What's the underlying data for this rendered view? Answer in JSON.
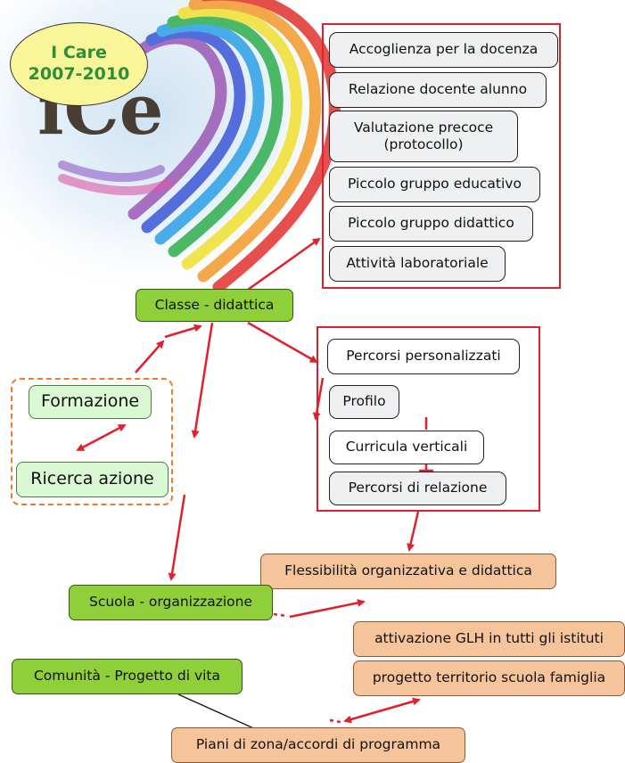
{
  "title": {
    "line1": "I Care",
    "line2": "2007-2010"
  },
  "logo": {
    "letters": "iCe"
  },
  "colors": {
    "arrow": "#e0202c",
    "box_green": "#8ecf3a",
    "box_peach": "#f6c49a",
    "box_mint": "#d9f8d3",
    "title_text": "#2c8f3a",
    "title_bg": "#fbf59a"
  },
  "classe": {
    "label": "Classe - didattica",
    "items": [
      "Accoglienza per la docenza",
      "Relazione docente alunno",
      "Valutazione precoce (protocollo)",
      "Piccolo gruppo educativo",
      "Piccolo gruppo didattico",
      "Attività laboratoriale"
    ]
  },
  "percorsi": {
    "items": [
      "Percorsi personalizzati",
      "Profilo",
      "Curricula verticali",
      "Percorsi di relazione"
    ]
  },
  "left": {
    "formazione": "Formazione",
    "ricerca": "Ricerca azione"
  },
  "scuola": {
    "label": "Scuola - organizzazione",
    "flessibilita": "Flessibilità organizzativa e didattica"
  },
  "comunita": {
    "label": "Comunità - Progetto di vita",
    "glh": "attivazione GLH in tutti gli istituti",
    "progetto": "progetto territorio scuola famiglia",
    "piani": "Piani di zona/accordi di programma"
  }
}
